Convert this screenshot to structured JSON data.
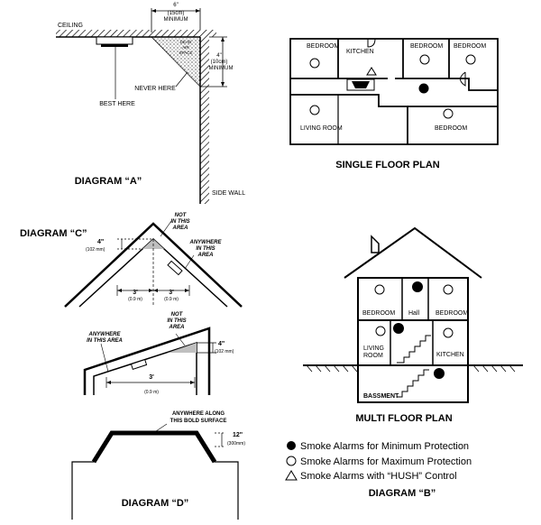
{
  "diagram_a": {
    "title": "DIAGRAM “A”",
    "ceiling": "CEILING",
    "side_wall": "SIDE WALL",
    "best_here": "BEST HERE",
    "never_here": "NEVER HERE",
    "dead_air": [
      "DEAD",
      "AIR",
      "SPACE"
    ],
    "dim_top": [
      "6\"",
      "(15cm)",
      "MINIMUM"
    ],
    "dim_side": [
      "4\"",
      "(10cm)",
      "MINIMUM"
    ]
  },
  "single_floor": {
    "title": "SINGLE FLOOR PLAN",
    "rooms": [
      "BEDROOM",
      "KITCHEN",
      "BEDROOM",
      "BEDROOM",
      "LIVING ROOM",
      "BEDROOM"
    ]
  },
  "diagram_c": {
    "title": "DIAGRAM “C”",
    "not_in_area_1": [
      "NOT",
      "IN THIS",
      "AREA"
    ],
    "anywhere_1": [
      "ANYWHERE",
      "IN THIS",
      "AREA"
    ],
    "dim_4_1": [
      "4\"",
      "(102 mm)"
    ],
    "dim_3_left": [
      "3'",
      "(0.9 m)"
    ],
    "dim_3_right": [
      "3'",
      "(0.9 m)"
    ],
    "not_in_area_2": [
      "NOT",
      "IN THIS",
      "AREA"
    ],
    "anywhere_2": [
      "ANYWHERE",
      "IN THIS AREA"
    ],
    "dim_4_2": [
      "4\"",
      "(102 mm)"
    ],
    "dim_3_bottom": [
      "3'",
      "(0.9 m)"
    ]
  },
  "diagram_d": {
    "title": "DIAGRAM “D”",
    "anywhere": [
      "ANYWHERE ALONG",
      "THIS BOLD SURFACE"
    ],
    "dim": [
      "12\"",
      "(300mm)"
    ]
  },
  "multi_floor": {
    "title": "MULTI FLOOR PLAN",
    "rooms": [
      "BEDROOM",
      "Hall",
      "BEDROOM",
      "LIVING",
      "ROOM",
      "KITCHEN",
      "BASSMENT"
    ]
  },
  "legend": {
    "min": "Smoke Alarms for Minimum Protection",
    "max": "Smoke Alarms for Maximum Protection",
    "hush": "Smoke Alarms with “HUSH” Control",
    "title": "DIAGRAM “B”"
  },
  "colors": {
    "line": "#000000",
    "shade": "#bfbfbf"
  }
}
